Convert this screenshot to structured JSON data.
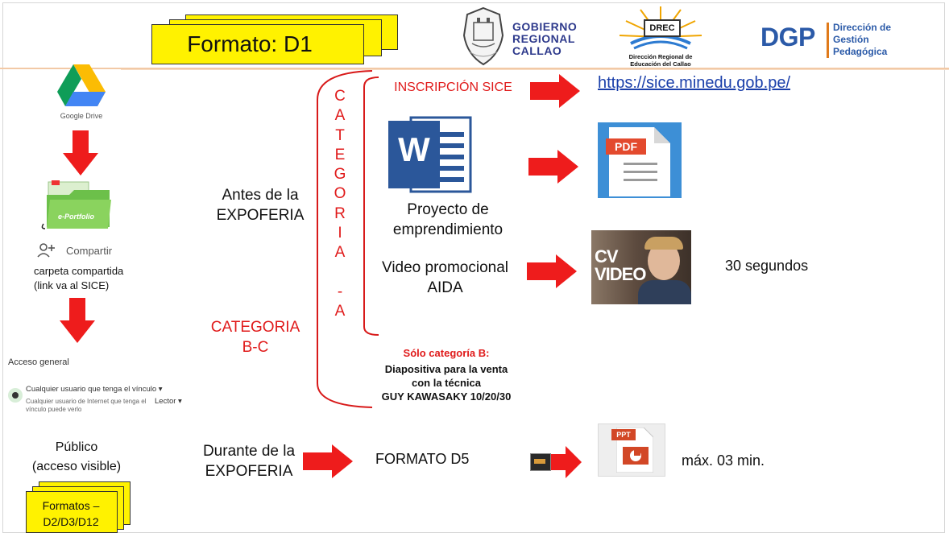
{
  "title": "Formato: D1",
  "header": {
    "gob": [
      "GOBIERNO",
      "REGIONAL",
      "CALLAO"
    ],
    "drec_badge": "DREC",
    "drec_caption": [
      "Dirección Regional de",
      "Educación del Callao"
    ],
    "dgp_abbr": "DGP",
    "dgp_caption": [
      "Dirección de",
      "Gestión",
      "Pedagógica"
    ]
  },
  "left": {
    "google_drive_label": "Google Drive",
    "eportfolio_label": "e-Portfolio",
    "share_label": "Compartir",
    "shared_folder": [
      "carpeta compartida",
      "(link va al SICE)"
    ],
    "access_title": "Acceso general",
    "access_option": "Cualquier usuario que tenga el vínculo",
    "access_desc": "Cualquier usuario de Internet que tenga el vínculo puede verlo",
    "access_role": "Lector",
    "public_text": [
      "Público",
      "(acceso visible)"
    ],
    "formats_note": [
      "Formatos –",
      "D2/D3/D12"
    ]
  },
  "middle": {
    "before": [
      "Antes de la",
      "EXPOFERIA"
    ],
    "category_bc": [
      "CATEGORIA",
      "B-C"
    ],
    "category_vertical": [
      "C",
      "A",
      "T",
      "E",
      "G",
      "O",
      "R",
      "I",
      "A",
      "",
      "-",
      "A"
    ],
    "during": [
      "Durante de la",
      "EXPOFERIA"
    ]
  },
  "center": {
    "inscripcion": "INSCRIPCIÓN SICE",
    "word_letter": "W",
    "project": [
      "Proyecto de",
      "emprendimiento"
    ],
    "video": [
      "Video promocional",
      "AIDA"
    ],
    "solo_b": "Sólo categoría B:",
    "slide": [
      "Diapositiva para la venta",
      "con la técnica",
      "GUY KAWASAKY 10/20/30"
    ],
    "formato_d5": "FORMATO D5"
  },
  "right": {
    "sice_link": "https://sice.minedu.gob.pe/",
    "pdf_label": "PDF",
    "cv_video": [
      "CV",
      "VIDEO"
    ],
    "seconds": "30 segundos",
    "ppt_label": "PPT",
    "max_time": "máx. 03 min."
  },
  "colors": {
    "accent_red": "#e01a1a",
    "yellow": "#fff200",
    "word_blue": "#2b579a",
    "link_blue": "#1a3faa"
  }
}
